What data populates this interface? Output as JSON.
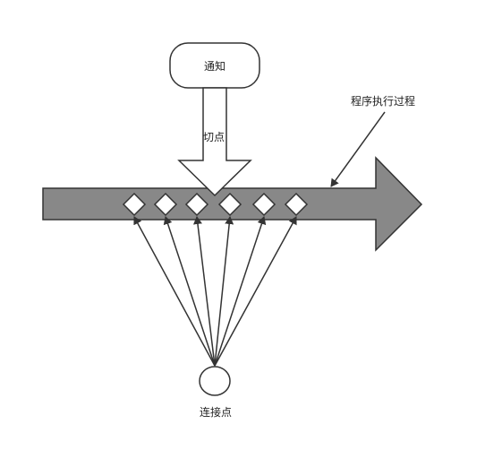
{
  "diagram": {
    "notice_label": "通知",
    "pointcut_label": "切点",
    "flow_label": "程序执行过程",
    "joinpoint_label": "连接点",
    "joinpoint_count": 6
  },
  "colors": {
    "flow_arrow_fill": "#888888",
    "stroke": "#333333",
    "node_fill": "#ffffff",
    "text": "#222222"
  }
}
